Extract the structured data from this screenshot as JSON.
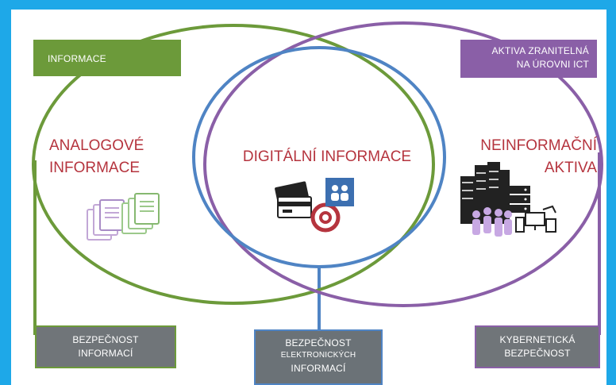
{
  "colors": {
    "background": "#1ea8e8",
    "green": "#6c9a3a",
    "purple": "#8a5fa7",
    "blue": "#4f84c4",
    "gray": "#707579",
    "red_text": "#b5343e"
  },
  "boxes": {
    "informace": "INFORMACE",
    "aktiva_line1": "AKTIVA ZRANITELNÁ",
    "aktiva_line2": "NA ÚROVNI ICT",
    "bezpecnost_informaci_line1": "BEZPEČNOST",
    "bezpecnost_informaci_line2": "INFORMACÍ",
    "bezpecnost_elektronickych_line1": "BEZPEČNOST",
    "bezpecnost_elektronickych_line2": "ELEKTRONICKÝCH",
    "bezpecnost_elektronickych_line3": "INFORMACÍ",
    "kyberneticka_line1": "KYBERNETICKÁ",
    "kyberneticka_line2": "BEZPEČNOST"
  },
  "labels": {
    "analogove_line1": "ANALOGOVÉ",
    "analogove_line2": "INFORMACE",
    "digitalni": "DIGITÁLNÍ INFORMACE",
    "neinformacni_line1": "NEINFORMAČNÍ",
    "neinformacni_line2": "AKTIVA"
  },
  "icons": [
    "documents-icon",
    "credit-card-icon",
    "at-sign-icon",
    "people-icon",
    "buildings-icon",
    "server-icon",
    "crowd-icon",
    "devices-icon"
  ]
}
